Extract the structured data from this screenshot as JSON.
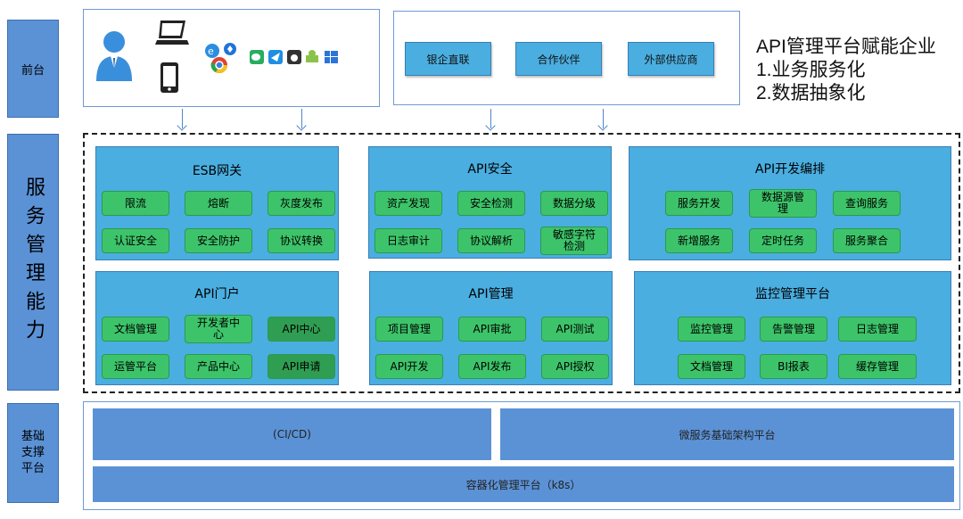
{
  "left_labels": {
    "front": "前台",
    "service": "服务管理能力",
    "base": "基础支撑平台"
  },
  "channels": [
    "银企直联",
    "合作伙伴",
    "外部供应商"
  ],
  "notes": [
    "API管理平台赋能企业",
    "1.业务服务化",
    "2.数据抽象化"
  ],
  "panels": [
    {
      "title": "ESB网关",
      "items": [
        "限流",
        "熔断",
        "灰度发布",
        "认证安全",
        "安全防护",
        "协议转换"
      ]
    },
    {
      "title": "API安全",
      "items": [
        "资产发现",
        "安全检测",
        "数据分级",
        "日志审计",
        "协议解析",
        "敏感字符检测"
      ]
    },
    {
      "title": "API开发编排",
      "items": [
        "服务开发",
        "数据源管理",
        "查询服务",
        "新增服务",
        "定时任务",
        "服务聚合"
      ]
    },
    {
      "title": "API门户",
      "items": [
        "文档管理",
        "开发者中心",
        "API中心",
        "运管平台",
        "产品中心",
        "API申请"
      ]
    },
    {
      "title": "API管理",
      "items": [
        "项目管理",
        "API审批",
        "API测试",
        "API开发",
        "API发布",
        "API授权"
      ]
    },
    {
      "title": "监控管理平台",
      "items": [
        "监控管理",
        "告警管理",
        "日志管理",
        "文档管理",
        "BI报表",
        "缓存管理"
      ]
    }
  ],
  "base": {
    "cicd": "(CI/CD)",
    "micro": "微服务基础架构平台",
    "k8s": "容器化管理平台（k8s）"
  },
  "colors": {
    "side": "#5b92d6",
    "panel": "#4aaee0",
    "chip": "#3dc46a"
  },
  "icons": [
    "user-icon",
    "laptop-icon",
    "phone-icon",
    "browser-icons",
    "platform-icons"
  ]
}
